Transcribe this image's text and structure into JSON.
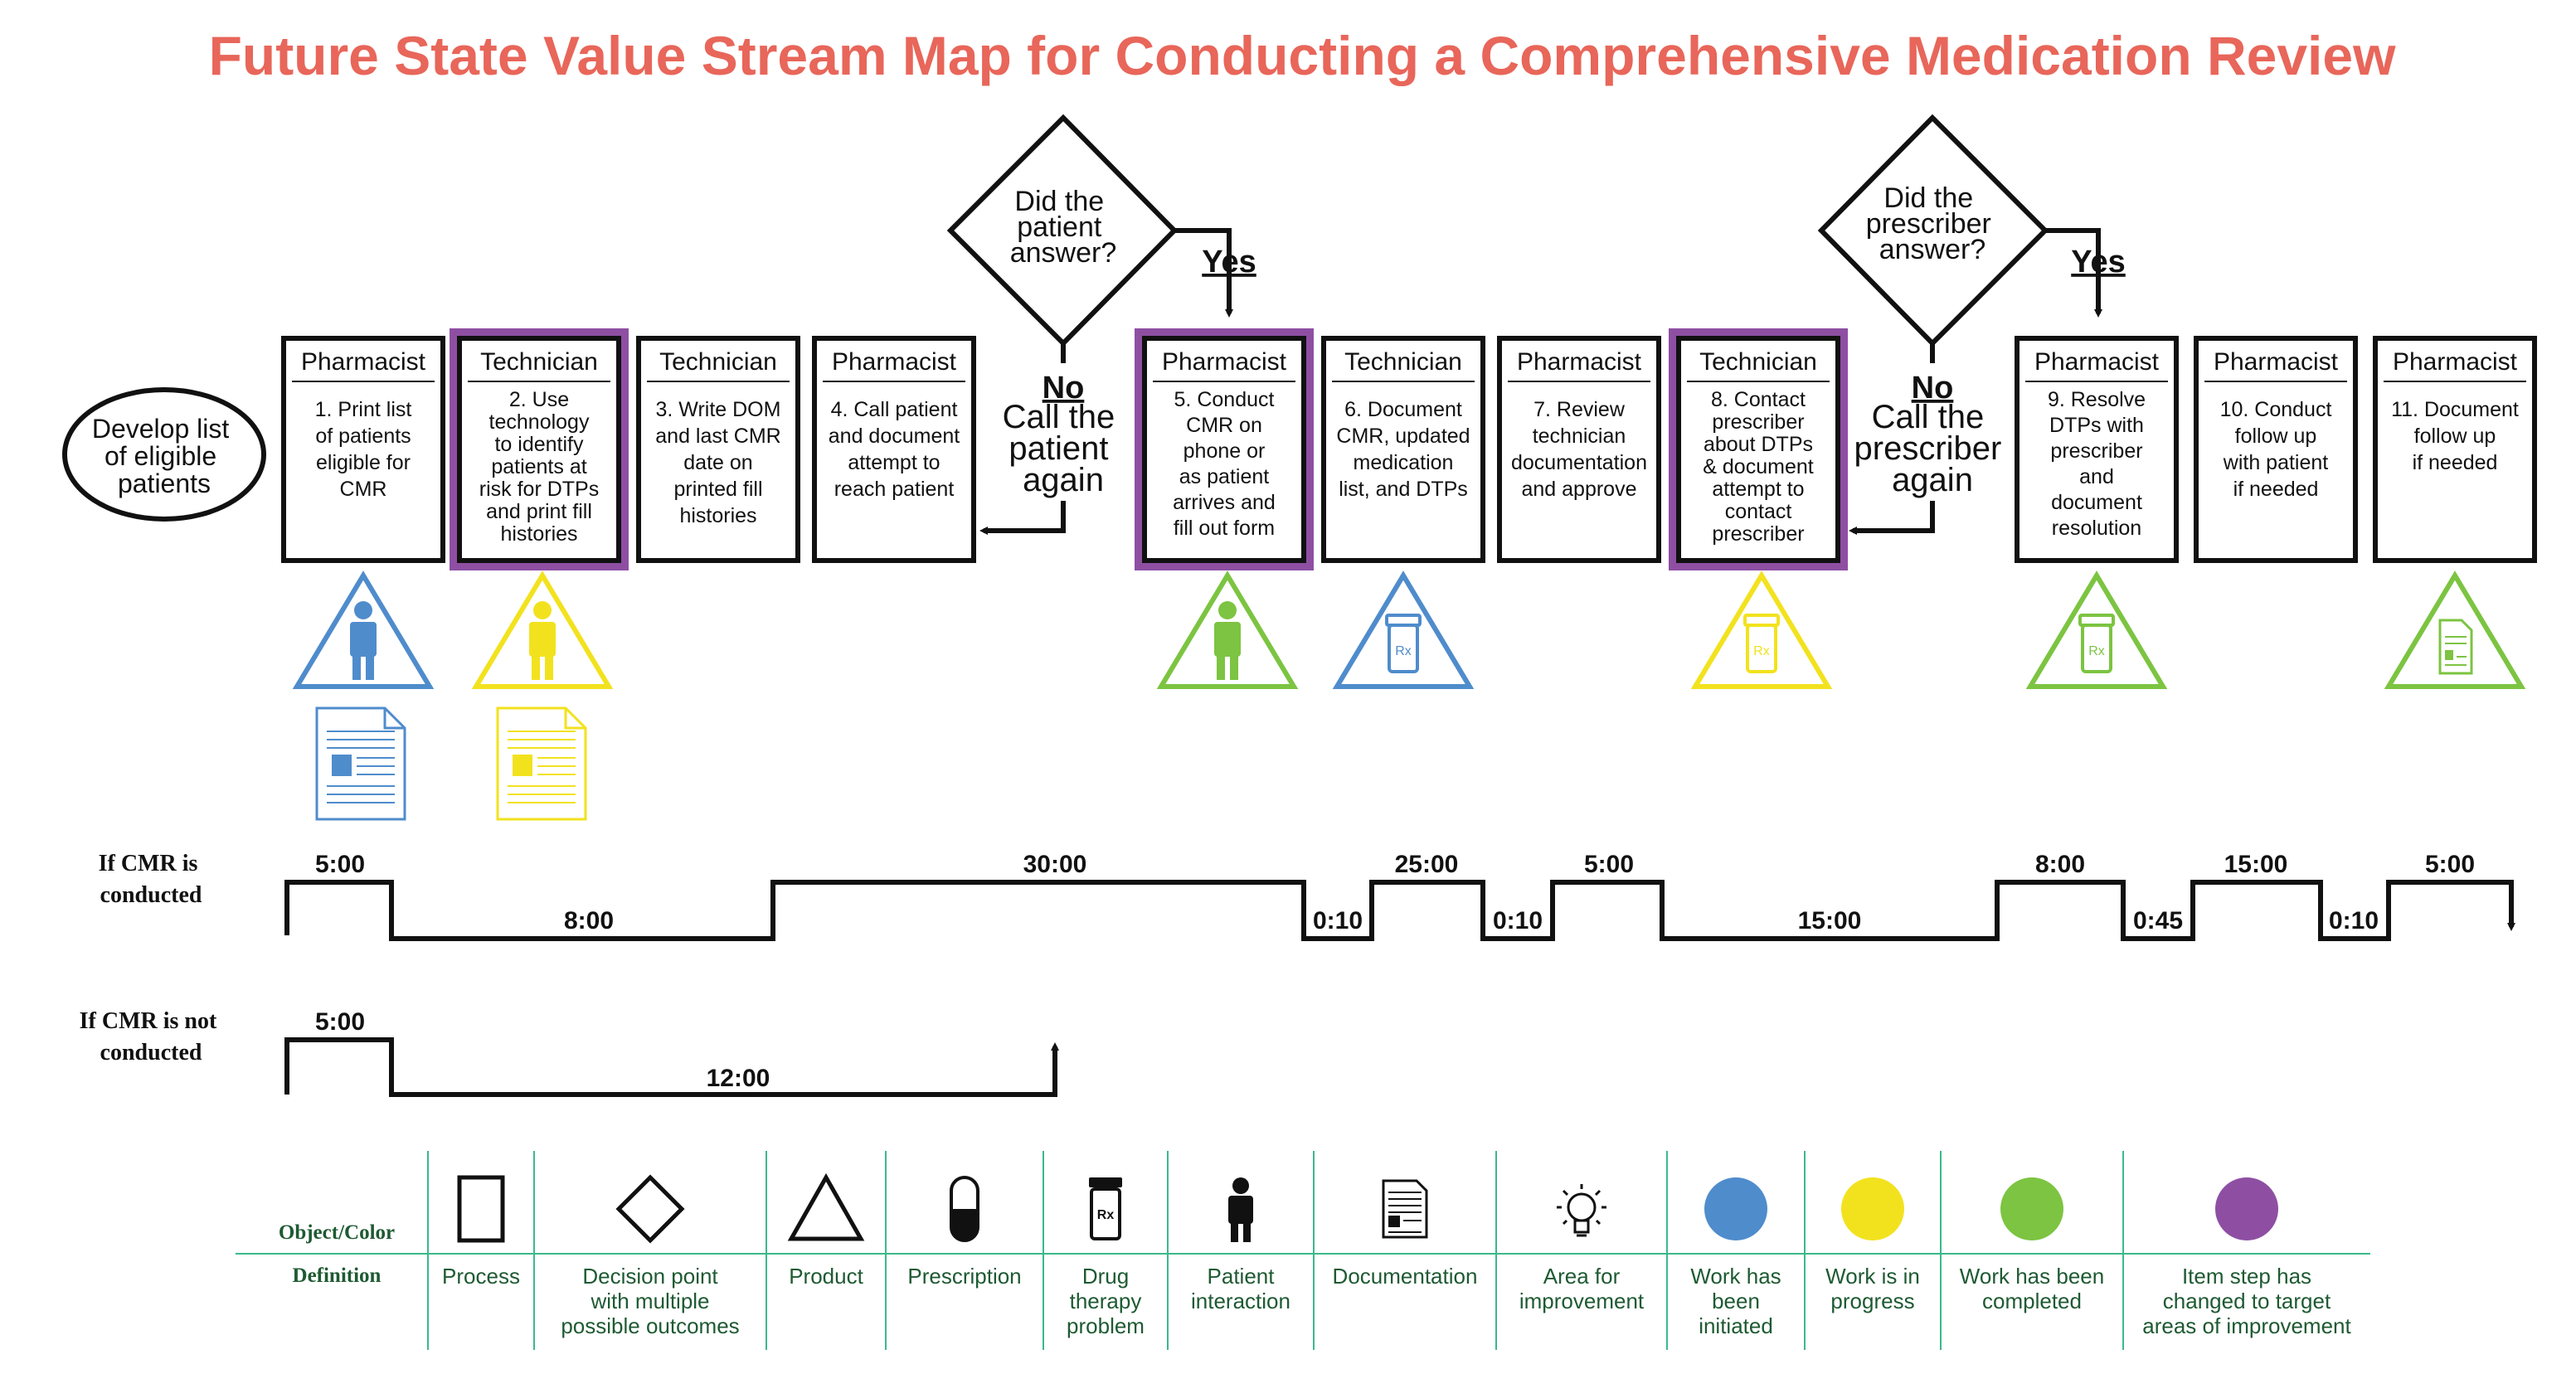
{
  "title": "Future State Value Stream Map for Conducting a Comprehensive Medication Review",
  "start_ellipse": [
    "Develop list",
    "of eligible",
    "patients"
  ],
  "colors": {
    "initiated": "#4f8ccc",
    "in_progress": "#f2e21e",
    "completed": "#7cc441",
    "improvement": "#8e4fa3",
    "title": "#e8665a",
    "legend_text": "#1e5a32",
    "legend_line": "#3cb98a"
  },
  "process_boxes": [
    {
      "role": "Pharmacist",
      "lines": [
        "1. Print list",
        "of patients",
        "eligible for",
        "CMR"
      ]
    },
    {
      "role": "Technician",
      "lines": [
        "2. Use",
        "technology",
        "to identify",
        "patients at",
        "risk for DTPs",
        "and print fill",
        "histories"
      ]
    },
    {
      "role": "Technician",
      "lines": [
        "3. Write DOM",
        "and last CMR",
        "date on",
        "printed fill",
        "histories"
      ]
    },
    {
      "role": "Pharmacist",
      "lines": [
        "4. Call patient",
        "and document",
        "attempt to",
        "reach patient"
      ]
    },
    {
      "role": "Pharmacist",
      "lines": [
        "5. Conduct",
        "CMR on",
        "phone or",
        "as patient",
        "arrives and",
        "fill out form"
      ]
    },
    {
      "role": "Technician",
      "lines": [
        "6. Document",
        "CMR, updated",
        "medication",
        "list, and DTPs"
      ]
    },
    {
      "role": "Pharmacist",
      "lines": [
        "7. Review",
        "technician",
        "documentation",
        "and approve"
      ]
    },
    {
      "role": "Technician",
      "lines": [
        "8. Contact",
        "prescriber",
        "about DTPs",
        "& document",
        "attempt to",
        "contact",
        "prescriber"
      ]
    },
    {
      "role": "Pharmacist",
      "lines": [
        "9. Resolve",
        "DTPs with",
        "prescriber",
        "and",
        "document",
        "resolution"
      ]
    },
    {
      "role": "Pharmacist",
      "lines": [
        "10. Conduct",
        "follow up",
        "with patient",
        "if needed"
      ]
    },
    {
      "role": "Pharmacist",
      "lines": [
        "11. Document",
        "follow up",
        "if needed"
      ]
    }
  ],
  "decisions": [
    {
      "lines": [
        "Did the",
        "patient",
        "answer?"
      ],
      "yes": "Yes",
      "no": "No",
      "no_action": [
        "Call the",
        "patient",
        "again"
      ]
    },
    {
      "lines": [
        "Did the",
        "prescriber",
        "answer?"
      ],
      "yes": "Yes",
      "no": "No",
      "no_action": [
        "Call the",
        "prescriber",
        "again"
      ]
    }
  ],
  "icons": [
    {
      "step": 1,
      "icon": "patient-icon",
      "color": "initiated"
    },
    {
      "step": 2,
      "icon": "patient-icon",
      "color": "in_progress"
    },
    {
      "step": 5,
      "icon": "patient-icon",
      "color": "completed"
    },
    {
      "step": 6,
      "icon": "drug-therapy-problem-icon",
      "color": "initiated"
    },
    {
      "step": 8,
      "icon": "drug-therapy-problem-icon",
      "color": "in_progress"
    },
    {
      "step": 9,
      "icon": "drug-therapy-problem-icon",
      "color": "completed"
    },
    {
      "step": 11,
      "icon": "documentation-icon",
      "color": "completed"
    },
    {
      "step": 1,
      "icon": "documentation-icon",
      "color": "initiated"
    },
    {
      "step": 2,
      "icon": "documentation-icon",
      "color": "in_progress"
    }
  ],
  "timelines": {
    "conducted": {
      "label": [
        "If CMR is",
        "conducted"
      ],
      "up_times": [
        "5:00",
        "30:00",
        "25:00",
        "5:00",
        "8:00",
        "15:00",
        "5:00"
      ],
      "down_times": [
        "8:00",
        "0:10",
        "0:10",
        "15:00",
        "0:45",
        "0:10"
      ]
    },
    "not_conducted": {
      "label": [
        "If CMR is not",
        "conducted"
      ],
      "up_times": [
        "5:00"
      ],
      "down_times": [
        "12:00"
      ]
    }
  },
  "legend": {
    "header_object": "Object/Color",
    "header_definition": "Definition",
    "items": [
      {
        "icon": "process-icon",
        "text": [
          "Process"
        ]
      },
      {
        "icon": "decision-icon",
        "text": [
          "Decision point",
          "with multiple",
          "possible outcomes"
        ]
      },
      {
        "icon": "product-icon",
        "text": [
          "Product"
        ]
      },
      {
        "icon": "prescription-icon",
        "text": [
          "Prescription"
        ]
      },
      {
        "icon": "drug-therapy-problem-icon",
        "text": [
          "Drug",
          "therapy",
          "problem"
        ]
      },
      {
        "icon": "patient-interaction-icon",
        "text": [
          "Patient",
          "interaction"
        ]
      },
      {
        "icon": "documentation-icon",
        "text": [
          "Documentation"
        ]
      },
      {
        "icon": "lightbulb-icon",
        "text": [
          "Area for",
          "improvement"
        ]
      },
      {
        "icon": "blue-circle-icon",
        "text": [
          "Work has",
          "been",
          "initiated"
        ]
      },
      {
        "icon": "yellow-circle-icon",
        "text": [
          "Work is in",
          "progress"
        ]
      },
      {
        "icon": "green-circle-icon",
        "text": [
          "Work has been",
          "completed"
        ]
      },
      {
        "icon": "purple-circle-icon",
        "text": [
          "Item step has",
          "changed to target",
          "areas of improvement"
        ]
      }
    ]
  }
}
